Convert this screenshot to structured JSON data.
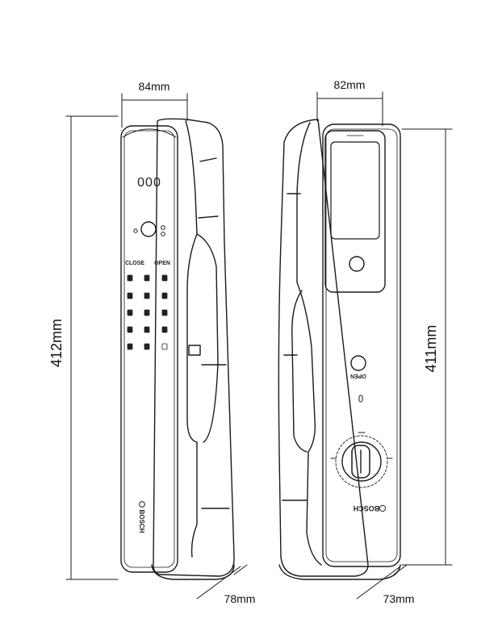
{
  "dimensions": {
    "front_width": "84mm",
    "back_width": "82mm",
    "front_height": "412mm",
    "back_height": "411mm",
    "front_depth": "78mm",
    "back_depth": "73mm"
  },
  "front_panel": {
    "display_digits": "000",
    "close_label": "CLOSE",
    "open_label": "OPEN",
    "brand": "BOSCH"
  },
  "back_panel": {
    "open_label": "OPEN",
    "brand": "BOSCH"
  },
  "colors": {
    "line": "#1a1a1a",
    "screen_fill": "#ffffff"
  }
}
